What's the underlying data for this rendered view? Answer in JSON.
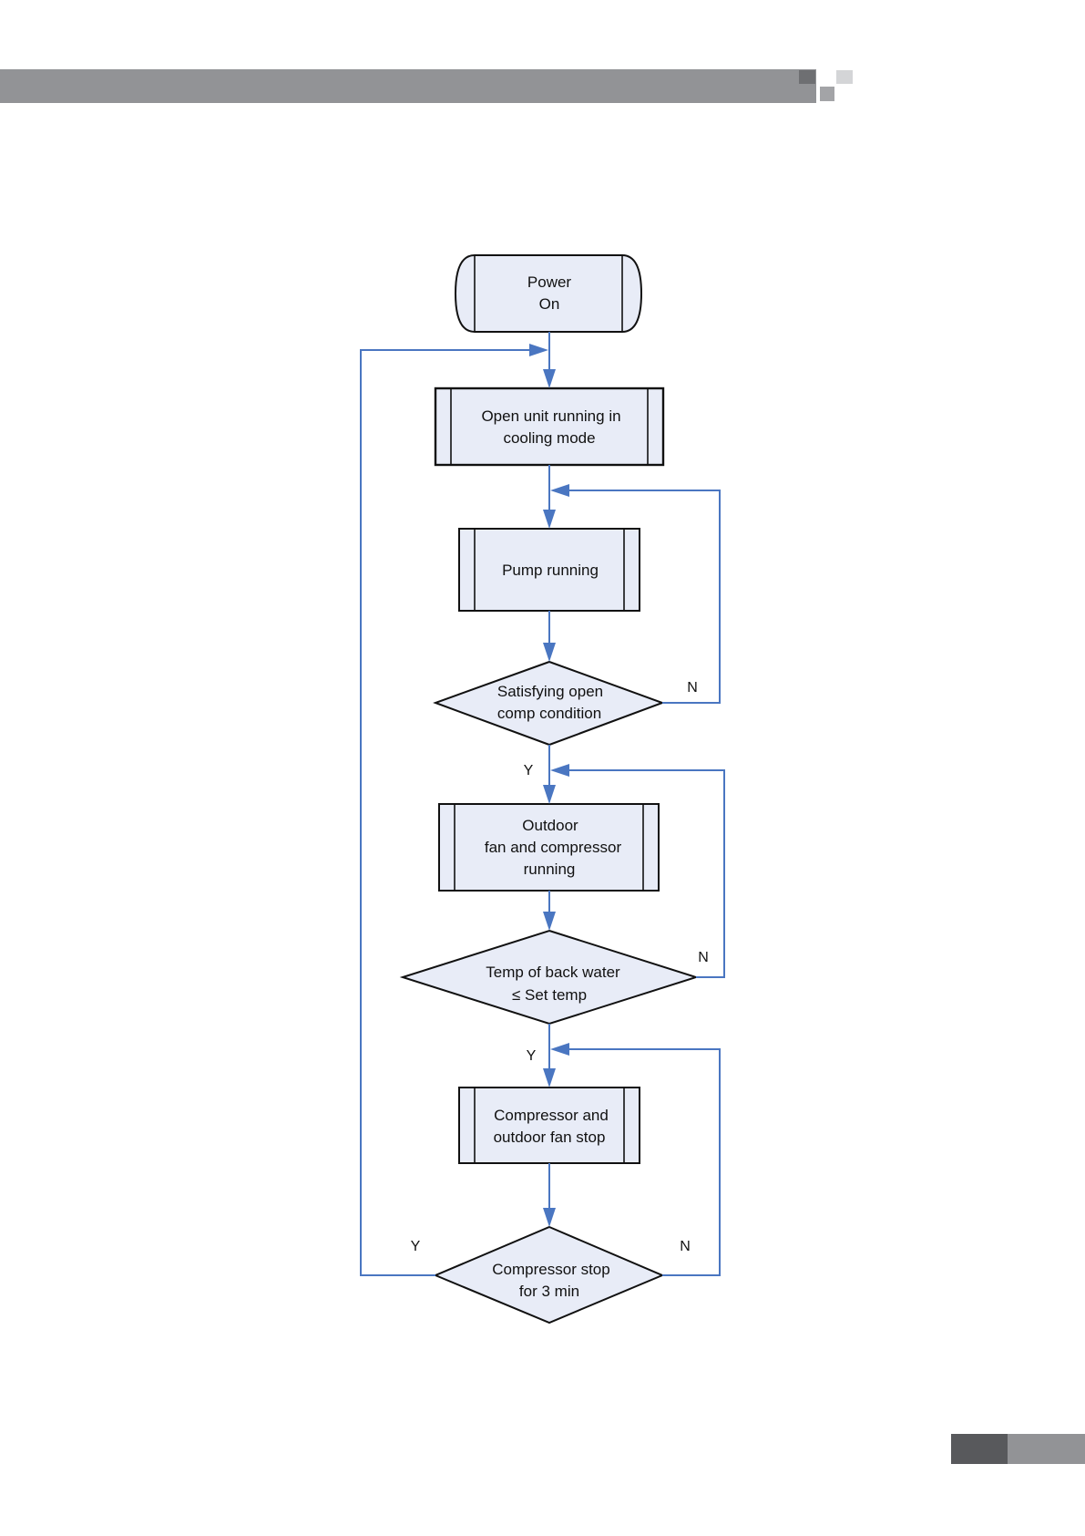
{
  "nodes": {
    "power_on": {
      "line1": "Power",
      "line2": "On"
    },
    "open_unit": {
      "line1": "Open unit running in",
      "line2": "cooling mode"
    },
    "pump_running": {
      "line1": "Pump running"
    },
    "satisfying": {
      "line1": "Satisfying open",
      "line2": "comp condition"
    },
    "outdoor_fan": {
      "line1": "Outdoor",
      "line2": "fan and compressor",
      "line3": "running"
    },
    "temp_back_water": {
      "line1": "Temp of  back water",
      "line2": "≤ Set temp"
    },
    "compressor_fan_stop": {
      "line1": "Compressor  and",
      "line2": "outdoor fan stop"
    },
    "compressor_stop": {
      "line1": "Compressor  stop",
      "line2": "for 3 min"
    }
  },
  "branches": {
    "yes": "Y",
    "no": "N"
  },
  "colors": {
    "header_bar": "#929396",
    "node_fill": "#e8ecf7",
    "flow_line": "#4a76c1",
    "footer_dark": "#58595c",
    "footer_light": "#929396"
  }
}
